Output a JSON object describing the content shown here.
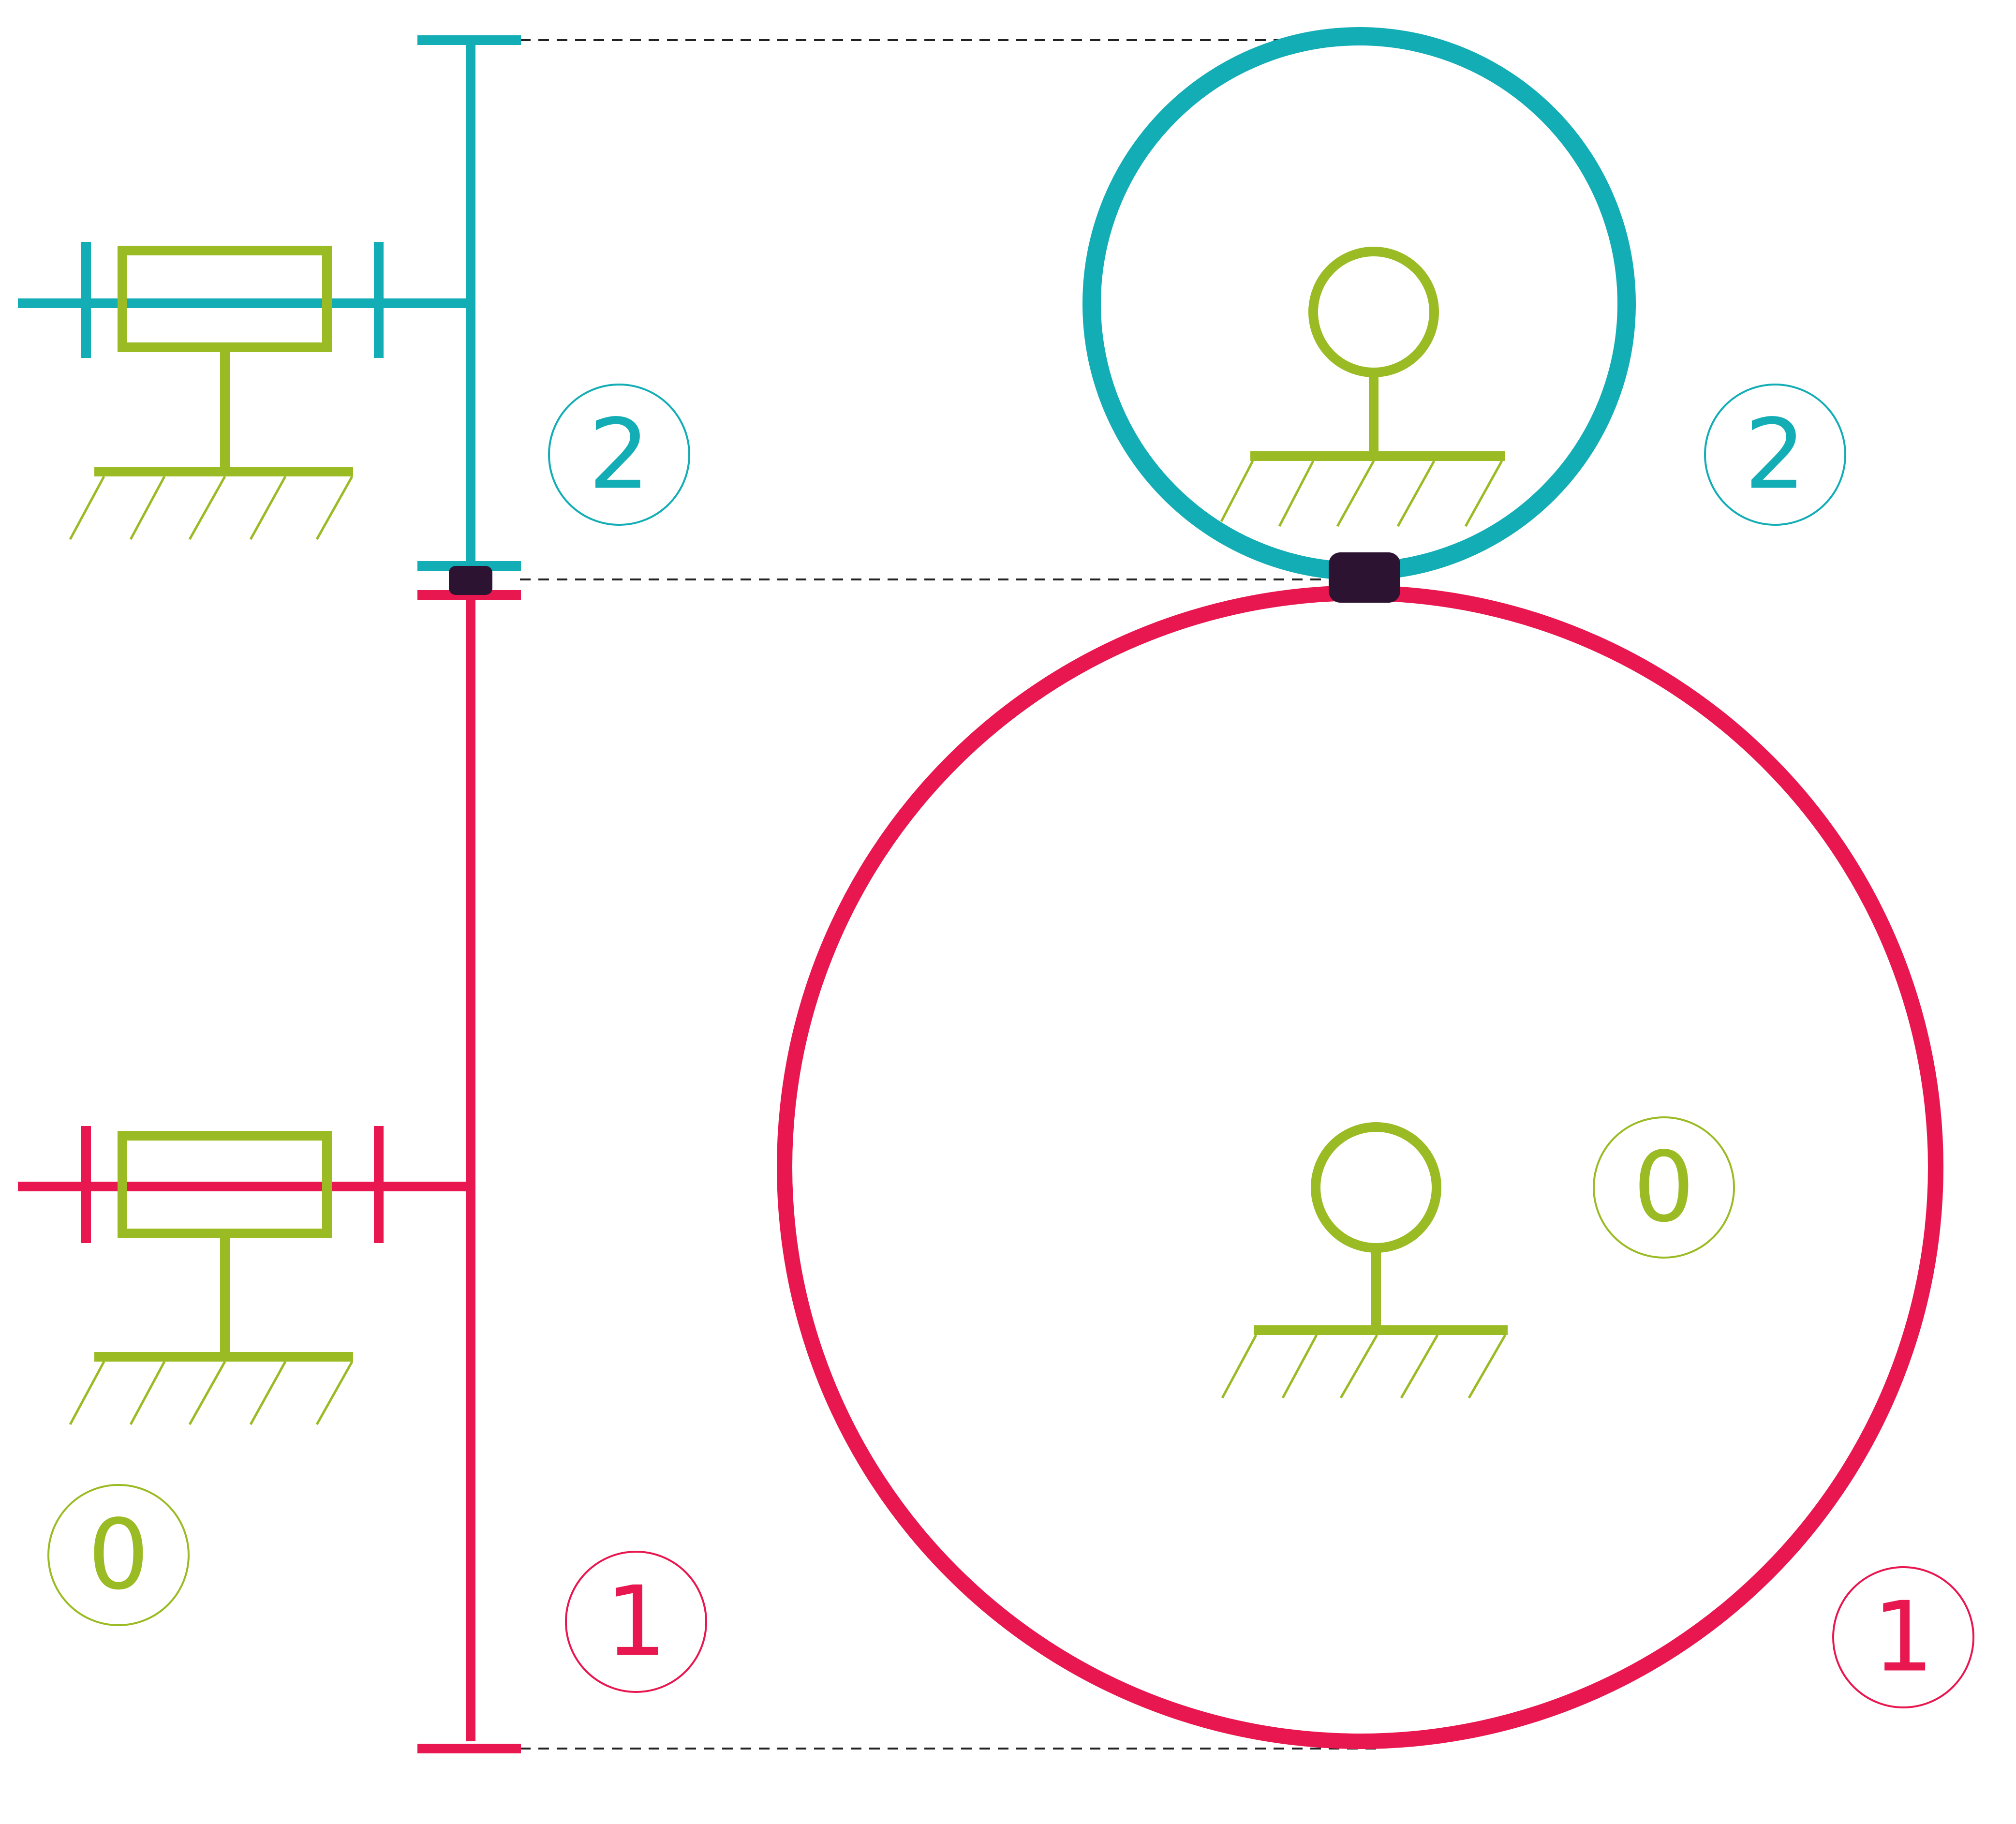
{
  "colors": {
    "gear_1": "#e8174f",
    "gear_2": "#13adb5",
    "frame_0": "#9bbb24",
    "contact": "#2c1331",
    "dashes": "#222222"
  },
  "labels": {
    "side_gear_2": "2",
    "side_gear_1": "1",
    "side_frame_0": "0",
    "front_gear_2": "2",
    "front_gear_1": "1",
    "front_frame_0": "0"
  }
}
